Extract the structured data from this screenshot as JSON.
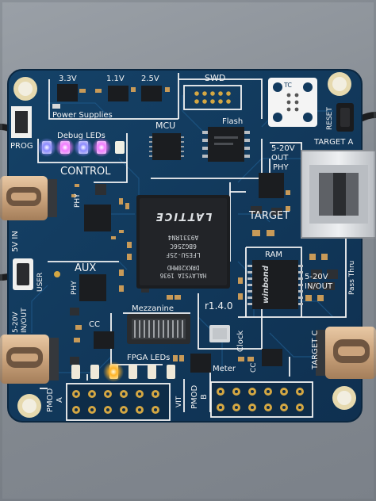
{
  "board": {
    "colors": {
      "pcb": "#123a5e",
      "pcb_dark": "#0d2c49",
      "silkscreen": "#f4f4f4",
      "gold": "#d4a743",
      "chip": "#1b1d20",
      "led_pink": "#f060ff",
      "led_blue": "#7a78ff",
      "led_orange": "#ffb020"
    },
    "labels": {
      "v33": "3.3V",
      "v11": "1.1V",
      "v25": "2.5V",
      "power_supplies": "Power Supplies",
      "swd": "SWD",
      "tc": "TC",
      "reset": "RESET",
      "prog": "PROG",
      "debug_leds": "Debug LEDs",
      "mcu": "MCU",
      "flash": "Flash",
      "v520_out_a": "5-20V",
      "out_a": "OUT",
      "target_a": "TARGET A",
      "phy": "PHY",
      "control": "CONTROL",
      "five_v_in": "5V IN",
      "phy_left": "PHY",
      "target": "TARGET",
      "ram": "RAM",
      "user": "USER",
      "aux": "AUX",
      "phy_aux": "PHY",
      "v520_in_left": "5-20V",
      "in_out_left": "IN/OUT",
      "cc_left": "CC",
      "mezzanine": "Mezzanine",
      "version": "r1.4.0",
      "clock": "Clock",
      "v520_right": "5-20V",
      "in_out_right": "IN/OUT",
      "pass_thru": "Pass Thru",
      "fpga_leds": "FPGA LEDs",
      "meter": "Meter",
      "cc_right": "CC",
      "target_c": "TARGET C",
      "vit": "VIT",
      "pmod_a": "PMOD",
      "pmod_a_letter": "A",
      "pmod_b": "PMOD",
      "pmod_b_letter": "B"
    },
    "fpga_chip": {
      "line1": "HALAYSIA 1936",
      "line2": "DRKX20MHD",
      "line3": "LFE5U-25F",
      "line4": "6BG256C",
      "line5": "A9331RN4",
      "brand": "LATTICE"
    },
    "ram_chip": {
      "brand": "winbond"
    }
  }
}
